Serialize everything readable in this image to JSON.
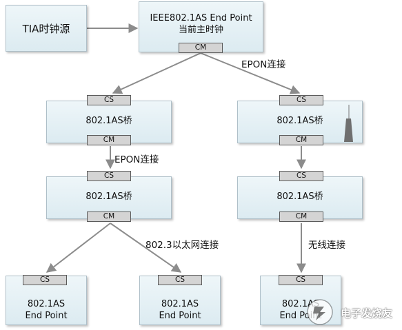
{
  "colors": {
    "box_fill": "#e4eff4",
    "box_border": "#aebfc8",
    "tag_fill": "#d4d4d4",
    "arrow": "#8c8c8c"
  },
  "source": {
    "label": "TIA时钟源"
  },
  "grandmaster": {
    "line1": "IEEE802.1AS  End Point",
    "line2": "当前主时钟",
    "cm": "CM"
  },
  "links": {
    "epon_top": "EPON连接",
    "epon_left": "EPON连接",
    "eth": "802.3以太网连接",
    "wireless": "无线连接"
  },
  "bridge_l1": {
    "cs": "CS",
    "label": "802.1AS桥",
    "cm": "CM"
  },
  "bridge_r1": {
    "cs": "CS",
    "label": "802.1AS桥",
    "cm": "CM",
    "icon": "antenna-icon"
  },
  "bridge_l2": {
    "cs": "CS",
    "label": "802.1AS桥",
    "cm": "CM"
  },
  "bridge_r2": {
    "cs": "CS",
    "label": "802.1AS桥",
    "cm": "CM"
  },
  "endpoint_1": {
    "cs": "CS",
    "line1": "802.1AS",
    "line2": "End Point"
  },
  "endpoint_2": {
    "cs": "CS",
    "line1": "802.1AS",
    "line2": "End Point"
  },
  "endpoint_3": {
    "cs": "CS",
    "line1": "802.1AS",
    "line2": "End Point"
  },
  "watermark": {
    "text": "电子发烧友"
  }
}
